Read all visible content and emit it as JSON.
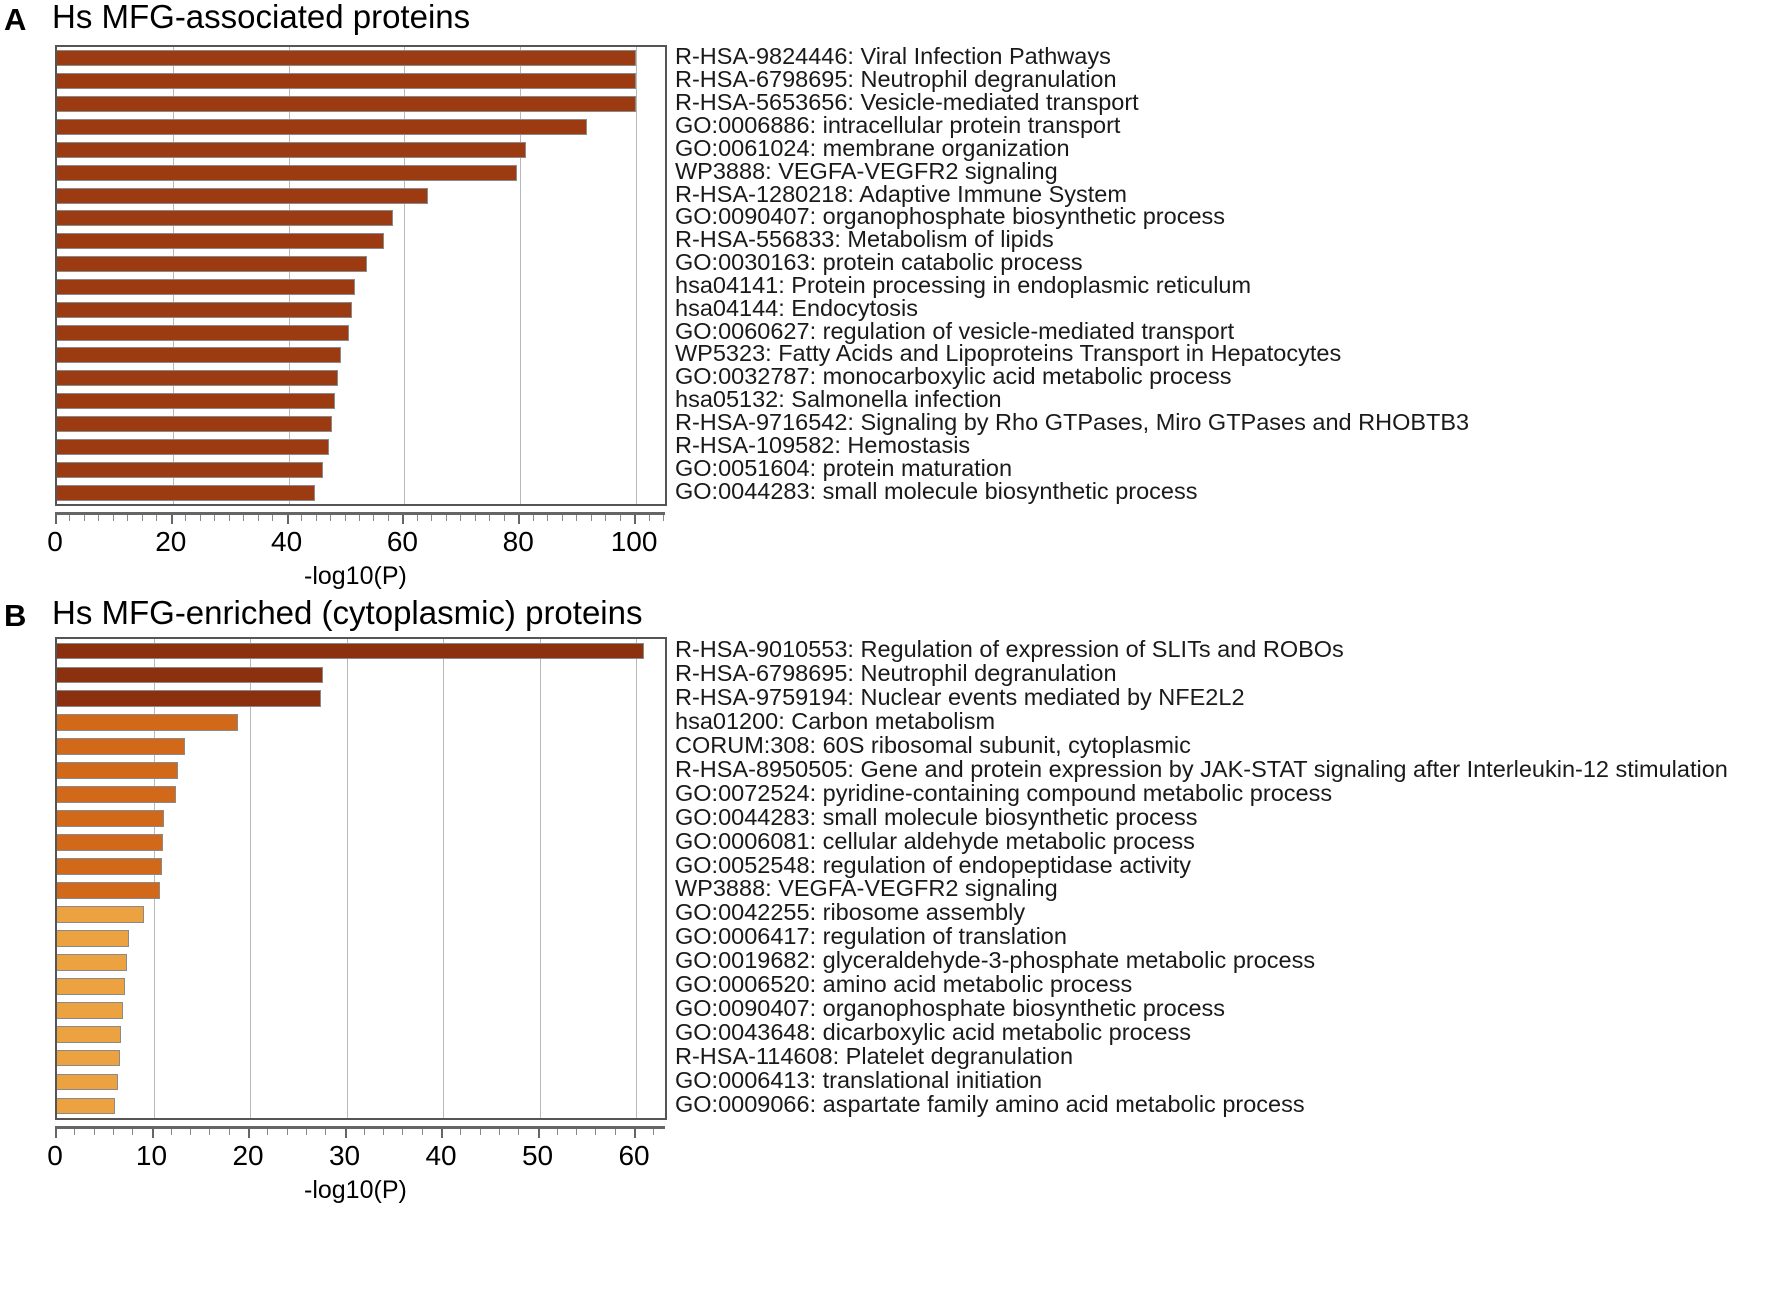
{
  "chart_data": [
    {
      "type": "bar",
      "panel": "A",
      "letter": "A",
      "title": "Hs MFG-associated proteins",
      "xlabel": "-log10(P)",
      "ylabel": "",
      "orientation": "horizontal",
      "xlim": [
        0,
        105
      ],
      "xticks": [
        0,
        20,
        40,
        60,
        80,
        100
      ],
      "xtick_labels": [
        "0",
        "20",
        "40",
        "60",
        "80",
        "100"
      ],
      "grid": true,
      "bar_color": "#9c3a12",
      "categories": [
        "R-HSA-9824446: Viral Infection Pathways",
        "R-HSA-6798695: Neutrophil degranulation",
        "R-HSA-5653656: Vesicle-mediated transport",
        "GO:0006886: intracellular protein transport",
        "GO:0061024: membrane organization",
        "WP3888: VEGFA-VEGFR2 signaling",
        "R-HSA-1280218: Adaptive Immune System",
        "GO:0090407: organophosphate biosynthetic process",
        "R-HSA-556833: Metabolism of lipids",
        "GO:0030163: protein catabolic process",
        "hsa04141: Protein processing in endoplasmic reticulum",
        "hsa04144: Endocytosis",
        "GO:0060627: regulation of vesicle-mediated transport",
        "WP5323: Fatty Acids and Lipoproteins Transport in Hepatocytes",
        "GO:0032787: monocarboxylic acid metabolic process",
        "hsa05132: Salmonella infection",
        "R-HSA-9716542: Signaling by Rho GTPases, Miro GTPases and RHOBTB3",
        "R-HSA-109582: Hemostasis",
        "GO:0051604: protein maturation",
        "GO:0044283: small molecule biosynthetic process"
      ],
      "values": [
        100.0,
        100.0,
        100.0,
        91.5,
        81.0,
        79.5,
        64.0,
        58.0,
        56.5,
        53.5,
        51.5,
        51.0,
        50.5,
        49.0,
        48.5,
        48.0,
        47.5,
        47.0,
        46.0,
        44.5
      ]
    },
    {
      "type": "bar",
      "panel": "B",
      "letter": "B",
      "title": "Hs MFG-enriched (cytoplasmic) proteins",
      "xlabel": "-log10(P)",
      "ylabel": "",
      "orientation": "horizontal",
      "xlim": [
        0,
        63
      ],
      "xticks": [
        0,
        10,
        20,
        30,
        40,
        50,
        60
      ],
      "xtick_labels": [
        "0",
        "10",
        "20",
        "30",
        "40",
        "50",
        "60"
      ],
      "grid": true,
      "categories": [
        "R-HSA-9010553: Regulation of expression of SLITs and ROBOs",
        "R-HSA-6798695: Neutrophil degranulation",
        "R-HSA-9759194: Nuclear events mediated by NFE2L2",
        "hsa01200: Carbon metabolism",
        "CORUM:308: 60S ribosomal subunit, cytoplasmic",
        "R-HSA-8950505: Gene and protein expression by JAK-STAT signaling after Interleukin-12 stimulation",
        "GO:0072524: pyridine-containing compound metabolic process",
        "GO:0044283: small molecule biosynthetic process",
        "GO:0006081: cellular aldehyde metabolic process",
        "GO:0052548: regulation of endopeptidase activity",
        "WP3888: VEGFA-VEGFR2 signaling",
        "GO:0042255: ribosome assembly",
        "GO:0006417: regulation of translation",
        "GO:0019682: glyceraldehyde-3-phosphate metabolic process",
        "GO:0006520: amino acid metabolic process",
        "GO:0090407: organophosphate biosynthetic process",
        "GO:0043648: dicarboxylic acid metabolic process",
        "R-HSA-114608: Platelet degranulation",
        "GO:0006413: translational initiation",
        "GO:0009066: aspartate family amino acid metabolic process"
      ],
      "values": [
        60.8,
        27.6,
        27.4,
        18.8,
        13.3,
        12.5,
        12.3,
        11.1,
        11.0,
        10.9,
        10.7,
        9.0,
        7.5,
        7.3,
        7.0,
        6.8,
        6.6,
        6.5,
        6.3,
        6.0
      ],
      "bar_colors": [
        "#8c3110",
        "#8c3110",
        "#8c3110",
        "#d2691a",
        "#d2691a",
        "#d2691a",
        "#d2691a",
        "#d2691a",
        "#d2691a",
        "#d2691a",
        "#d2691a",
        "#eca240",
        "#eca240",
        "#eca240",
        "#eca240",
        "#eca240",
        "#eca240",
        "#eca240",
        "#eca240",
        "#eca240"
      ]
    }
  ]
}
